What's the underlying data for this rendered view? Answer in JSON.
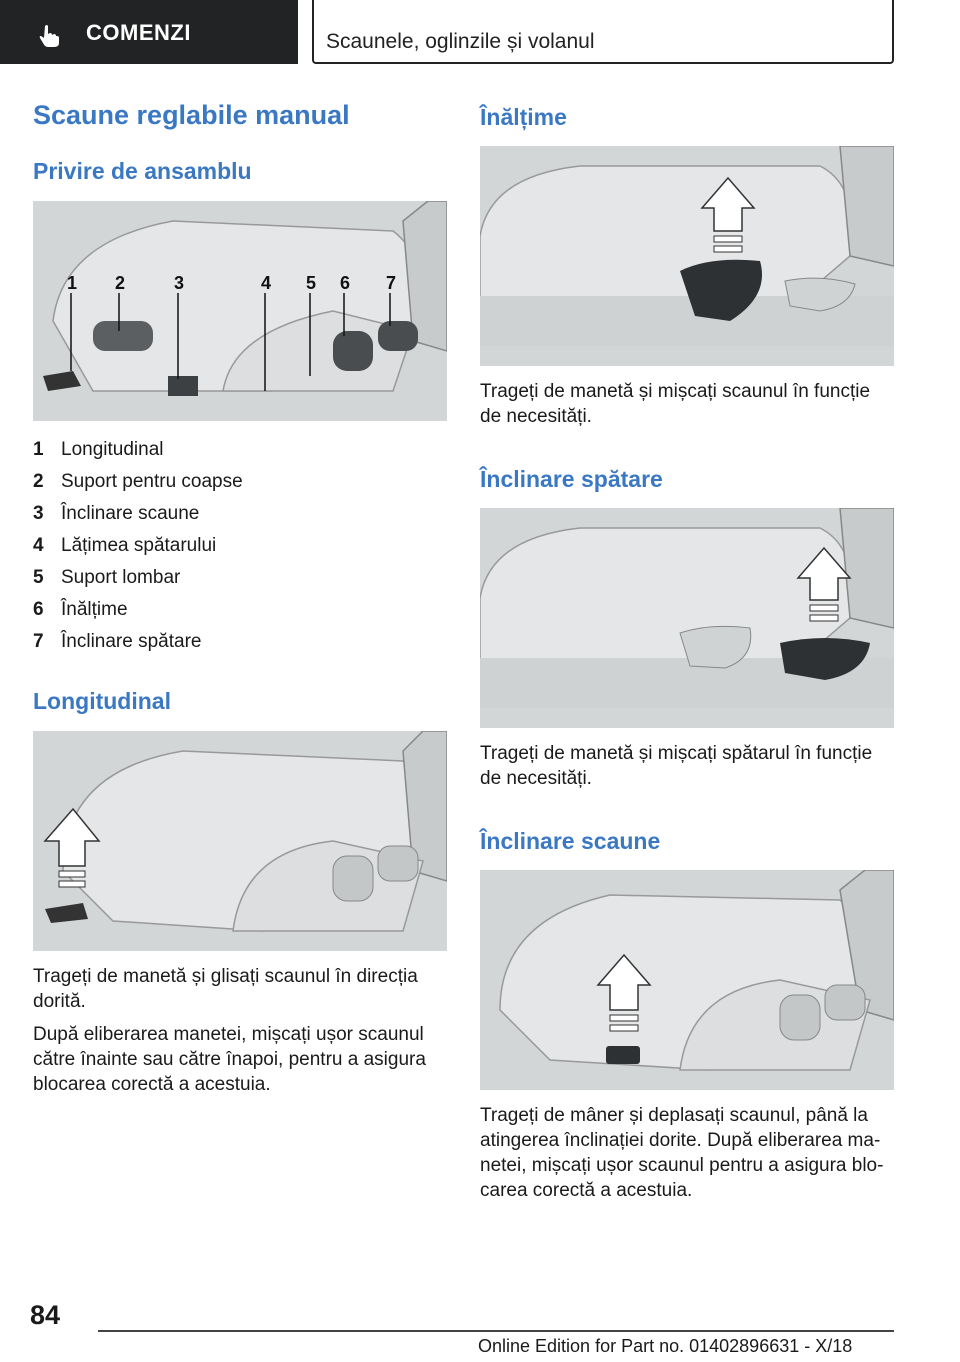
{
  "header": {
    "tab_label": "COMENZI",
    "breadcrumb": "Scaunele, oglinzile și volanul",
    "icon": "hand-pointer-icon"
  },
  "left": {
    "title": "Scaune reglabile manual",
    "overview_heading": "Privire de ansamblu",
    "callouts": [
      "1",
      "2",
      "3",
      "4",
      "5",
      "6",
      "7"
    ],
    "legend": [
      {
        "num": "1",
        "text": "Longitudinal"
      },
      {
        "num": "2",
        "text": "Suport pentru coapse"
      },
      {
        "num": "3",
        "text": "Înclinare scaune"
      },
      {
        "num": "4",
        "text": "Lățimea spătarului"
      },
      {
        "num": "5",
        "text": "Suport lombar"
      },
      {
        "num": "6",
        "text": "Înălțime"
      },
      {
        "num": "7",
        "text": "Înclinare spătare"
      }
    ],
    "longitudinal_heading": "Longitudinal",
    "longitudinal_p1": "Trageți de manetă și glisați scaunul în direcția dorită.",
    "longitudinal_p2": "După eliberarea manetei, mișcați ușor scaunul către înainte sau către înapoi, pentru a asigura blocarea corectă a acestuia."
  },
  "right": {
    "height_heading": "Înălțime",
    "height_p": "Trageți de manetă și mișcați scaunul în funcție de necesități.",
    "backrest_heading": "Înclinare spătare",
    "backrest_p": "Trageți de manetă și mișcați spătarul în funcție de necesități.",
    "seat_tilt_heading": "Înclinare scaune",
    "seat_tilt_p": "Trageți de mâner și deplasați scaunul, până la atingerea înclinației dorite. După eliberarea ma-netei, mișcați ușor scaunul pentru a asigura blo-carea corectă a acestuia."
  },
  "footer": {
    "page_number": "84",
    "edition": "Online Edition for Part no. 01402896631 - X/18"
  }
}
